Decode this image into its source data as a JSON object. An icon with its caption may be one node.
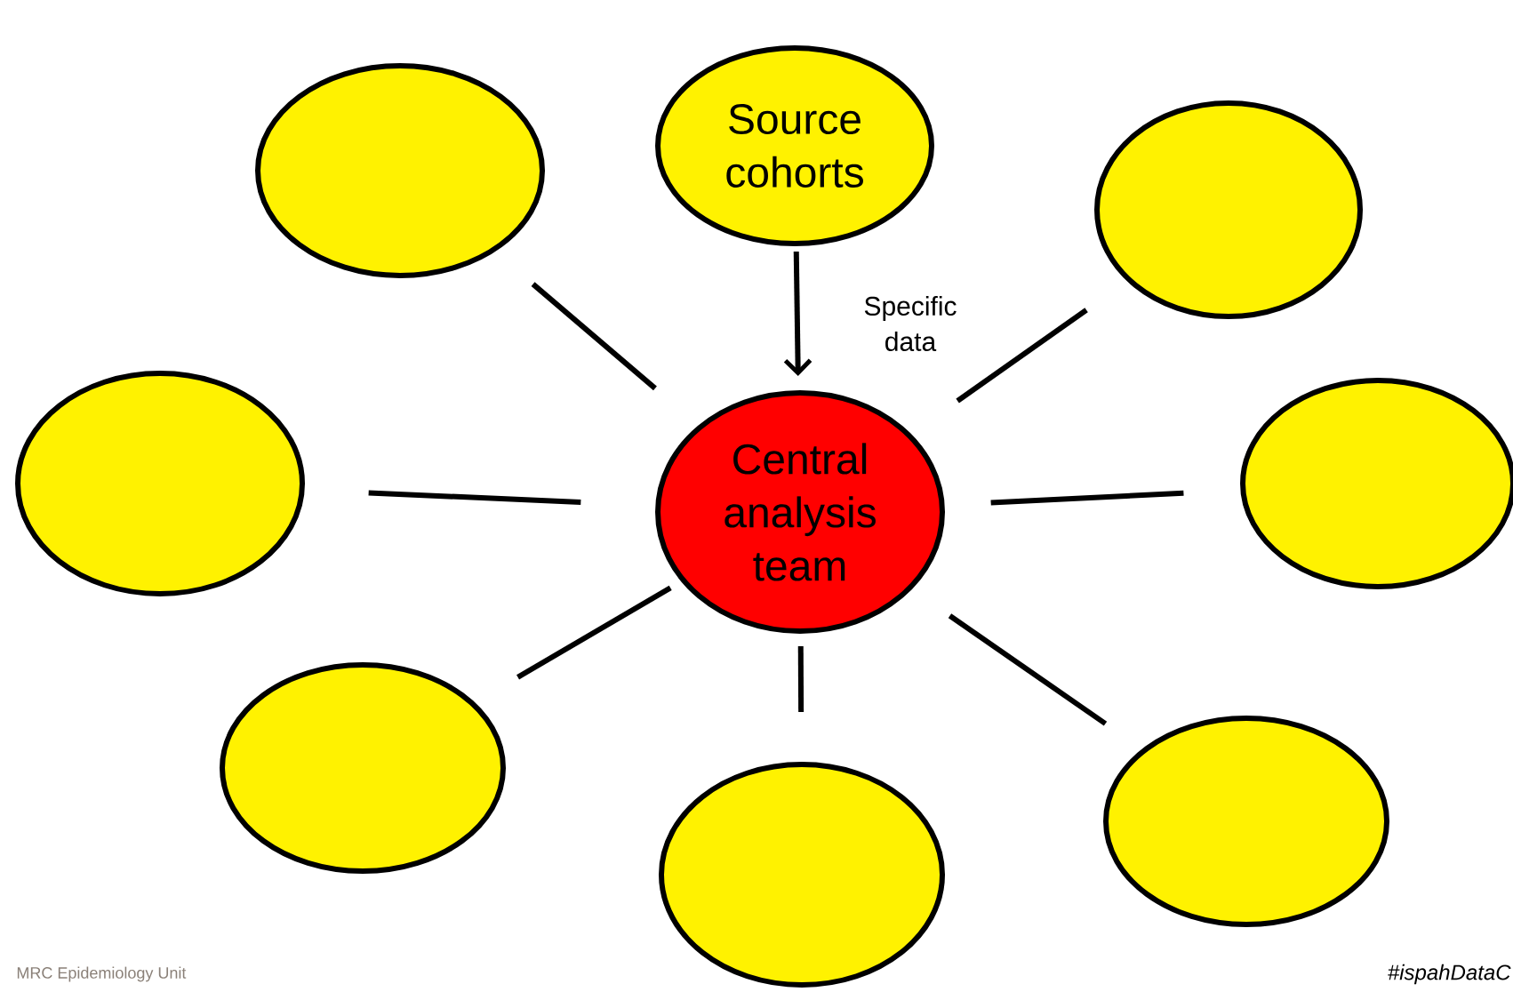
{
  "diagram": {
    "nodes": [
      {
        "text": [],
        "shape": "ellipse"
      },
      {
        "text": [
          "Source cohorts"
        ]
      },
      {
        "text": [],
        "shape": "ellipse"
      },
      {
        "text": [],
        "shape": "ellipse"
      },
      {
        "text": [
          "Central analysis team"
        ]
      },
      {
        "text": [],
        "shape": "ellipse"
      },
      {
        "text": [],
        "shape": "ellipse"
      },
      {
        "text": [],
        "shape": "ellipse"
      },
      {
        "text": [],
        "shape": "ellipse"
      }
    ],
    "edges": [
      {
        "from": 1,
        "to": 4,
        "arrow": "to",
        "label": "Specific data"
      },
      {
        "from": 4,
        "to": 0,
        "arrow": "none"
      },
      {
        "from": 4,
        "to": 2,
        "arrow": "none"
      },
      {
        "from": 4,
        "to": 3,
        "arrow": "none"
      },
      {
        "from": 4,
        "to": 5,
        "arrow": "none"
      },
      {
        "from": 4,
        "to": 6,
        "arrow": "none"
      },
      {
        "from": 4,
        "to": 7,
        "arrow": "none"
      },
      {
        "from": 4,
        "to": 8,
        "arrow": "none"
      }
    ],
    "labels": [
      "MRC Epidemiology Unit",
      "#ispahDataC"
    ]
  }
}
